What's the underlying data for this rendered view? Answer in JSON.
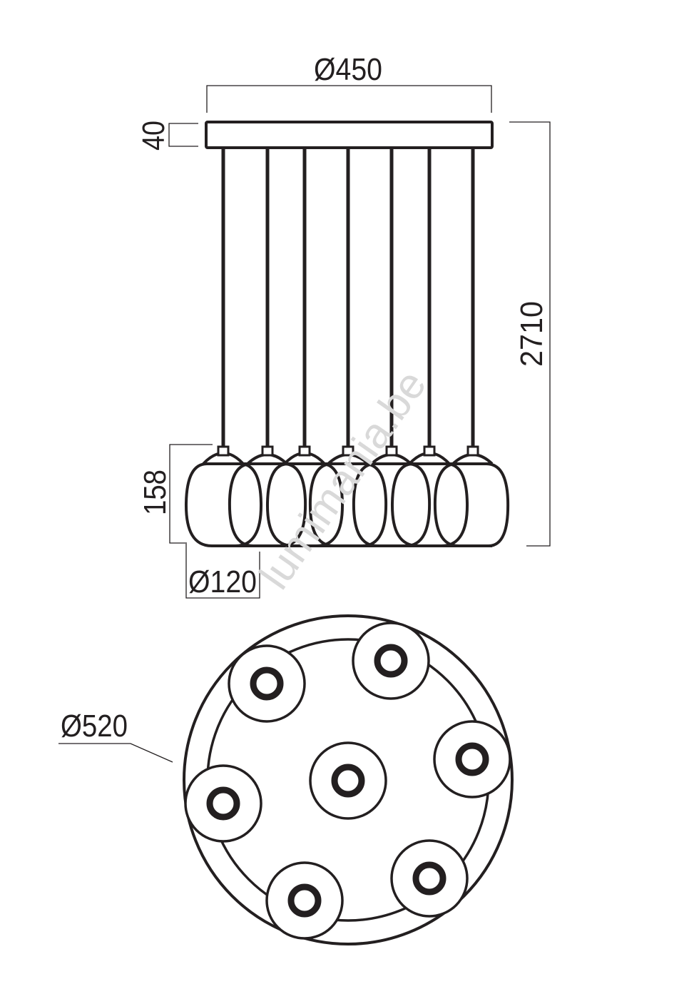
{
  "drawing": {
    "title": "7-light pendant lamp dimension drawing",
    "units": "mm",
    "side_view": {
      "canopy_diameter_label": "Ø450",
      "canopy_height_label": "40",
      "total_height_label": "2710",
      "shade_height_label": "158",
      "shade_diameter_label": "Ø120",
      "pendant_count": 7
    },
    "bottom_view": {
      "overall_diameter_label": "Ø520",
      "shade_count": 7
    },
    "watermark": "lumimania.be",
    "colors": {
      "line": "#231f20",
      "background": "#ffffff",
      "watermark": "#d9d9d9"
    }
  }
}
